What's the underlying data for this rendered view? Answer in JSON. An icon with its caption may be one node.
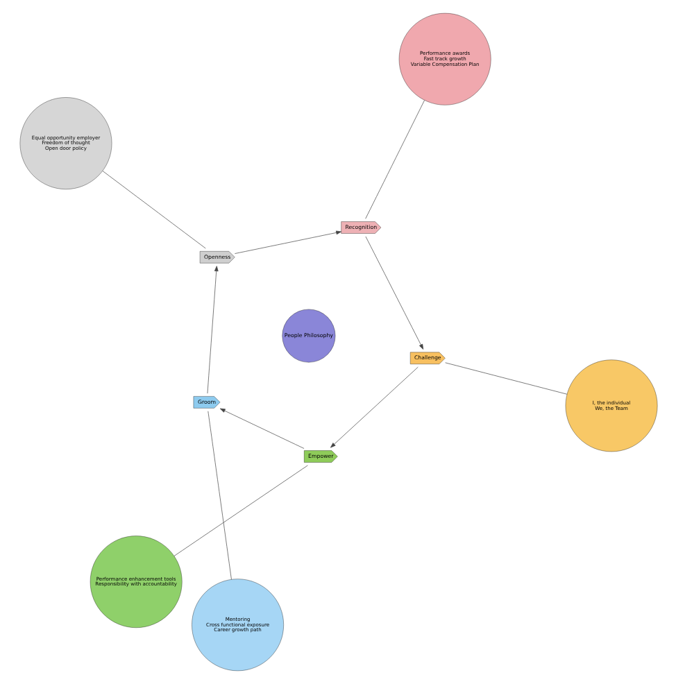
{
  "diagram": {
    "nodes": [
      {
        "text": [
          "People Philosophy"
        ]
      },
      {
        "text": [
          "Empower"
        ]
      },
      {
        "text": [
          "Groom"
        ]
      },
      {
        "text": [
          "Openness"
        ]
      },
      {
        "text": [
          "Recognition"
        ]
      },
      {
        "text": [
          "Challenge"
        ]
      },
      {
        "text": [
          "Performance enhancement tools",
          "Responsibility with accountability"
        ]
      },
      {
        "text": [
          "Mentoring",
          "Cross functional exposure",
          "Career growth path"
        ]
      },
      {
        "text": [
          "Equal opportunity employer",
          "Freedom of thought",
          "Open door policy"
        ]
      },
      {
        "text": [
          "Performance awards",
          "Fast track growth",
          "Variable Compensation Plan"
        ]
      },
      {
        "text": [
          "I, the individual",
          "We, the Team"
        ]
      }
    ],
    "edges": [
      {
        "from": 1,
        "to": 2,
        "arrow": "to"
      },
      {
        "from": 2,
        "to": 3,
        "arrow": "to"
      },
      {
        "from": 3,
        "to": 4,
        "arrow": "to"
      },
      {
        "from": 4,
        "to": 5,
        "arrow": "to"
      },
      {
        "from": 5,
        "to": 1,
        "arrow": "to"
      },
      {
        "from": 6,
        "to": 1,
        "arrow": "none"
      },
      {
        "from": 7,
        "to": 2,
        "arrow": "none"
      },
      {
        "from": 8,
        "to": 3,
        "arrow": "none"
      },
      {
        "from": 9,
        "to": 4,
        "arrow": "none"
      },
      {
        "from": 10,
        "to": 5,
        "arrow": "none"
      }
    ]
  }
}
